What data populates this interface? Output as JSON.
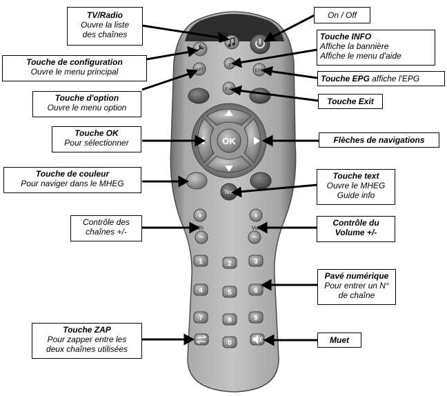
{
  "remote": {
    "top_label": "TV/Radio",
    "ok_label": "OK",
    "opt_label": "OPT",
    "epg_label": "EPG",
    "exit_label": "Exit",
    "info_label": "i",
    "text_label": "Text",
    "ch_label": "Ch",
    "vol_label": "Vol",
    "plus": "+",
    "minus": "−",
    "digits": [
      "1",
      "2",
      "3",
      "4",
      "5",
      "6",
      "7",
      "8",
      "9",
      "0"
    ]
  },
  "callouts": {
    "tv_radio": {
      "title": "TV/Radio",
      "desc1": "Ouvre la liste",
      "desc2": "des chaînes"
    },
    "on_off": {
      "title": "On / Off"
    },
    "config": {
      "title": "Touche de configuration",
      "desc1": "Ouvre le menu principal"
    },
    "info": {
      "title": "Touche INFO",
      "desc1": "Affiche la bannière",
      "desc2": "Affiche le menu d'aide"
    },
    "epg": {
      "title": "Touche EPG",
      "desc1": " affiche l'EPG"
    },
    "option": {
      "title": "Touche d'option",
      "desc1": "Ouvre le menu option"
    },
    "exit": {
      "title": "Touche Exit"
    },
    "ok": {
      "title": "Touche OK",
      "desc1": "Pour sélectionner"
    },
    "nav": {
      "title": "Flèches de navigations"
    },
    "color": {
      "title": "Touche de couleur",
      "desc1": "Pour naviger dans le MHEG"
    },
    "text": {
      "title": "Touche text",
      "desc1": "Ouvre le MHEG",
      "desc2": "Guide info"
    },
    "channels": {
      "desc1": "Contrôle des",
      "desc2": "chaînes +/-"
    },
    "volume": {
      "title": "Contrôle du",
      "title2": "Volume +/-"
    },
    "keypad": {
      "title": "Pavé numérique",
      "desc1": "Pour entrer un N°",
      "desc2": "de chaîne"
    },
    "zap": {
      "title": "Touche ZAP",
      "desc1": "Pour zapper entre les",
      "desc2": "deux chaînes utilisées"
    },
    "mute": {
      "title": "Muet"
    }
  }
}
